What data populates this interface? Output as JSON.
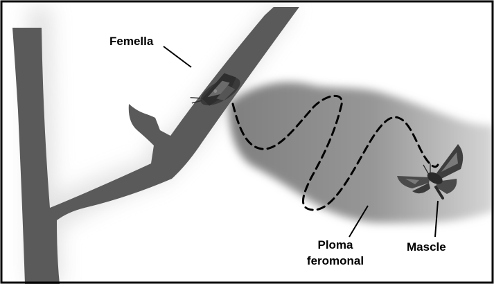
{
  "labels": {
    "female": "Femella",
    "plume_line1": "Ploma",
    "plume_line2": "feromonal",
    "male": "Mascle"
  },
  "colors": {
    "frame": "#000000",
    "background": "#ffffff",
    "tree": "#5a5a5a",
    "plume": "#8c8c8c",
    "flight_path": "#000000",
    "moth_dark": "#2e2e2e",
    "moth_mid": "#6b6b6b"
  },
  "icons": {
    "female": "moth-icon",
    "male": "moth-icon"
  }
}
